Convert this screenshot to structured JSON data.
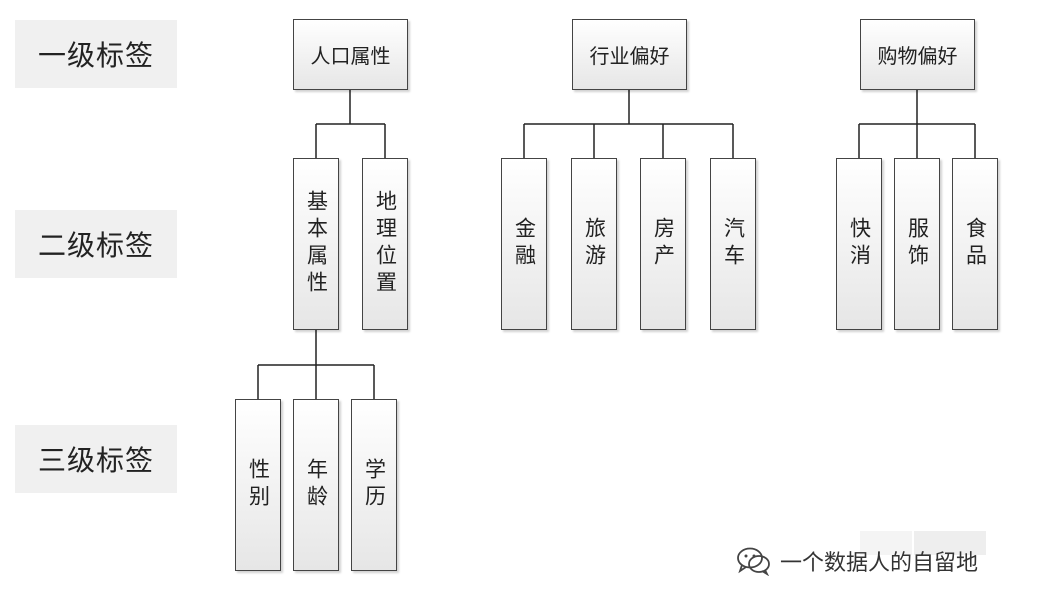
{
  "levels": {
    "level1": "一级标签",
    "level2": "二级标签",
    "level3": "三级标签"
  },
  "groups": {
    "population": {
      "title": "人口属性",
      "basic": "基本属性",
      "location": "地理位置",
      "sub": [
        "性别",
        "年龄",
        "学历"
      ]
    },
    "industry": {
      "title": "行业偏好",
      "items": [
        "金融",
        "旅游",
        "房产",
        "汽车"
      ]
    },
    "shopping": {
      "title": "购物偏好",
      "items": [
        "快消",
        "服饰",
        "食品"
      ]
    }
  },
  "watermark": {
    "icon": "wechat-icon",
    "text": "一个数据人的自留地"
  }
}
